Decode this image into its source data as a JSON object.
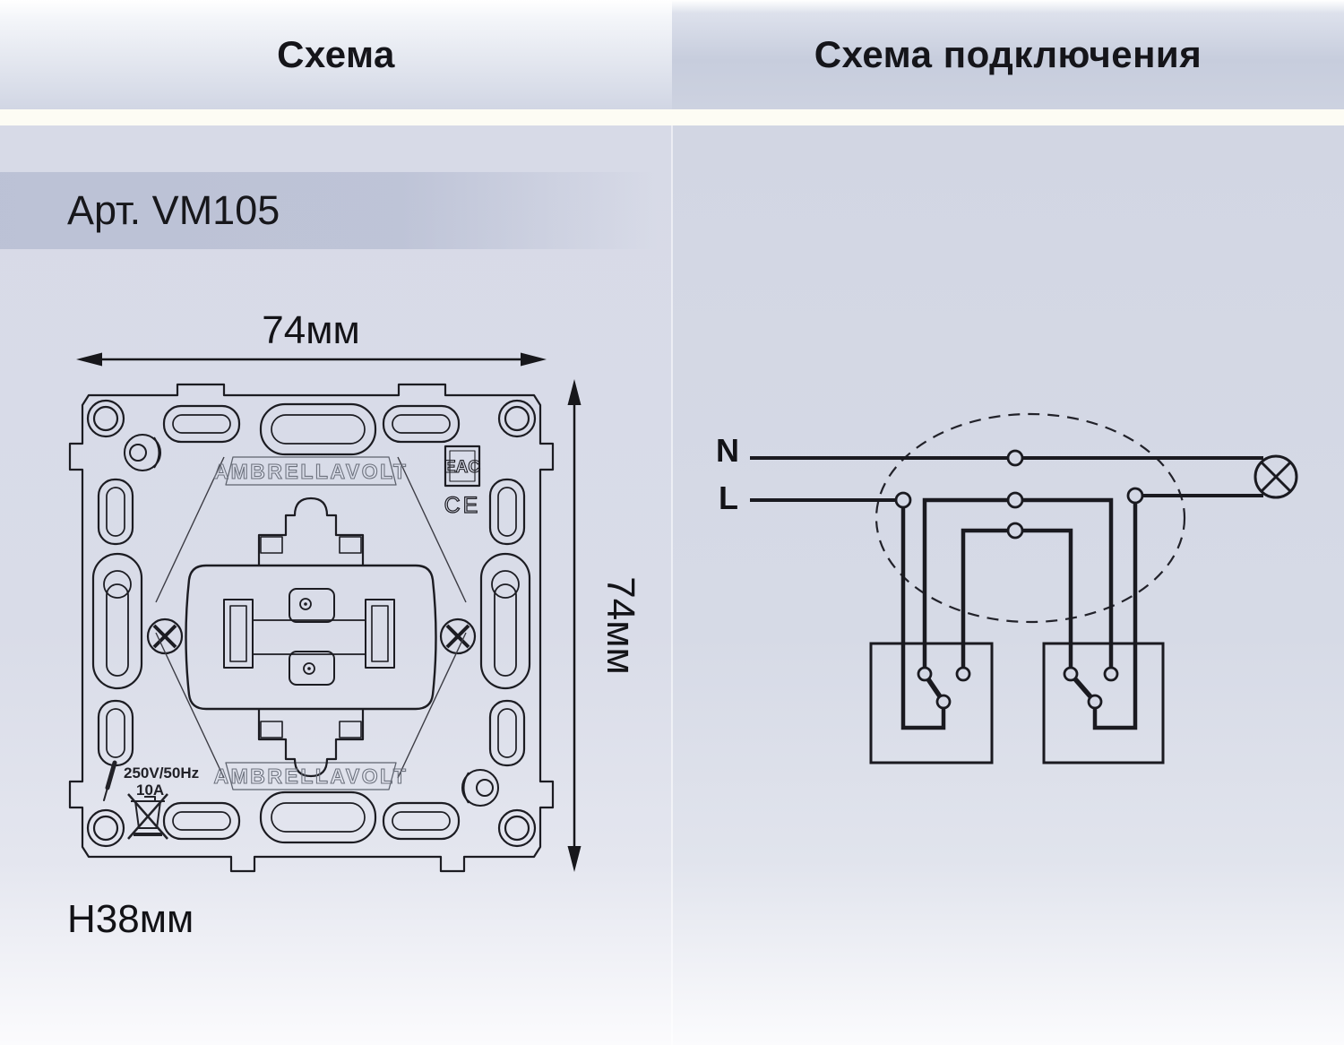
{
  "left": {
    "header": "Схема",
    "article": "Арт. VM105",
    "dim_width": "74мм",
    "dim_height": "74мм",
    "dim_depth": "H38мм",
    "brand_top": "AMBRELLAVOLT",
    "brand_bottom": "AMBRELLAVOLT",
    "cert_eac": "EAC",
    "cert_ce": "CE",
    "rating_voltage": "250V/50Hz",
    "rating_current": "10A"
  },
  "right": {
    "header": "Схема подключения",
    "label_neutral": "N",
    "label_line": "L"
  },
  "colors": {
    "panel_background": "#d6d9e6",
    "drawing_line": "#1b1b20",
    "divider_strip": "#fdfcf4",
    "article_band": "#c8cddd"
  }
}
